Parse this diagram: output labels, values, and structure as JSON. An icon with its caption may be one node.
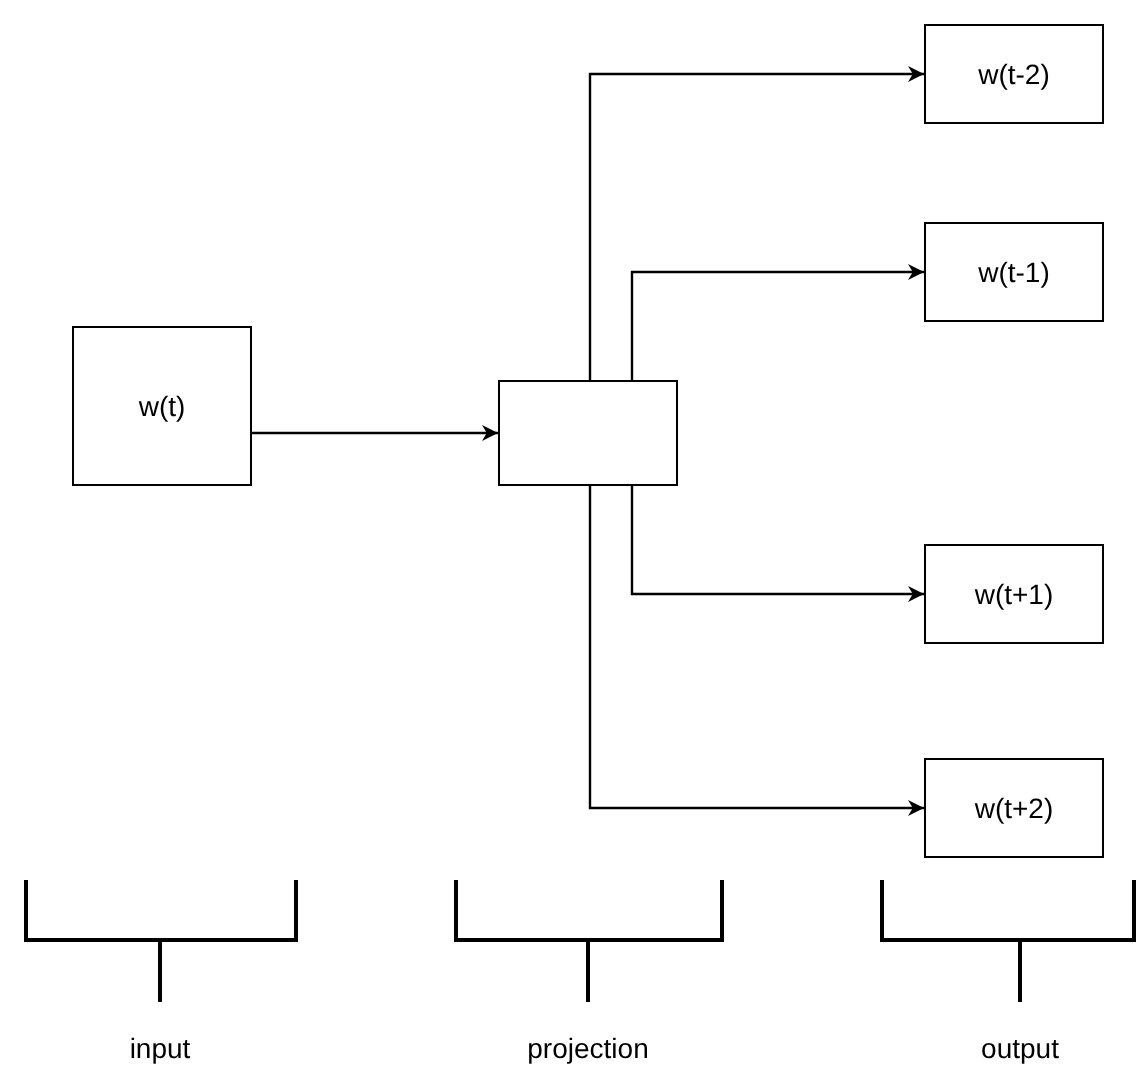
{
  "diagram": {
    "nodes": [
      {
        "text": [
          "w(t)"
        ]
      },
      {
        "text": [],
        "shape": "box"
      },
      {
        "text": [
          "w(t-2)"
        ]
      },
      {
        "text": [
          "w(t-1)"
        ]
      },
      {
        "text": [
          "w(t+1)"
        ]
      },
      {
        "text": [
          "w(t+2)"
        ]
      }
    ],
    "edges": [
      {
        "from": 0,
        "to": 1,
        "arrow": "to"
      },
      {
        "from": 1,
        "to": 2,
        "arrow": "to"
      },
      {
        "from": 1,
        "to": 3,
        "arrow": "to"
      },
      {
        "from": 1,
        "to": 4,
        "arrow": "to"
      },
      {
        "from": 1,
        "to": 5,
        "arrow": "to"
      }
    ],
    "labels": [
      "input",
      "projection",
      "output"
    ]
  }
}
